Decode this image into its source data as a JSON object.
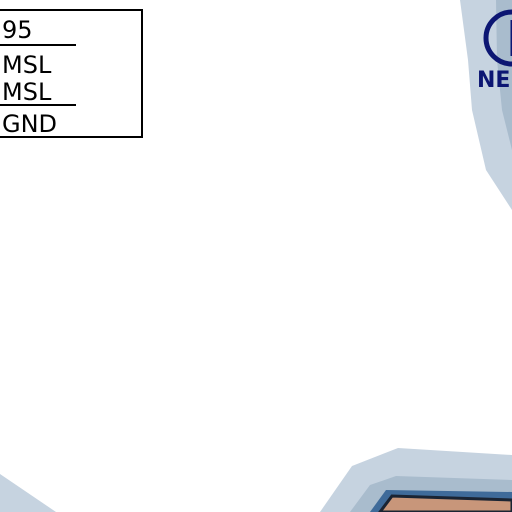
{
  "airspace_info": {
    "line1": "95",
    "line2": "MSL",
    "line3": "MSL",
    "line4": "GND"
  },
  "nearby_label": {
    "text": "NE"
  },
  "colors": {
    "airspace_outer": "#c6d3e0",
    "airspace_inner": "#a9bccd",
    "blue_outline": "#3f6b9a",
    "dark_outline": "#1a2433",
    "terrain_fill": "#c8967a",
    "label_navy": "#0c1673",
    "box_border": "#000000"
  }
}
